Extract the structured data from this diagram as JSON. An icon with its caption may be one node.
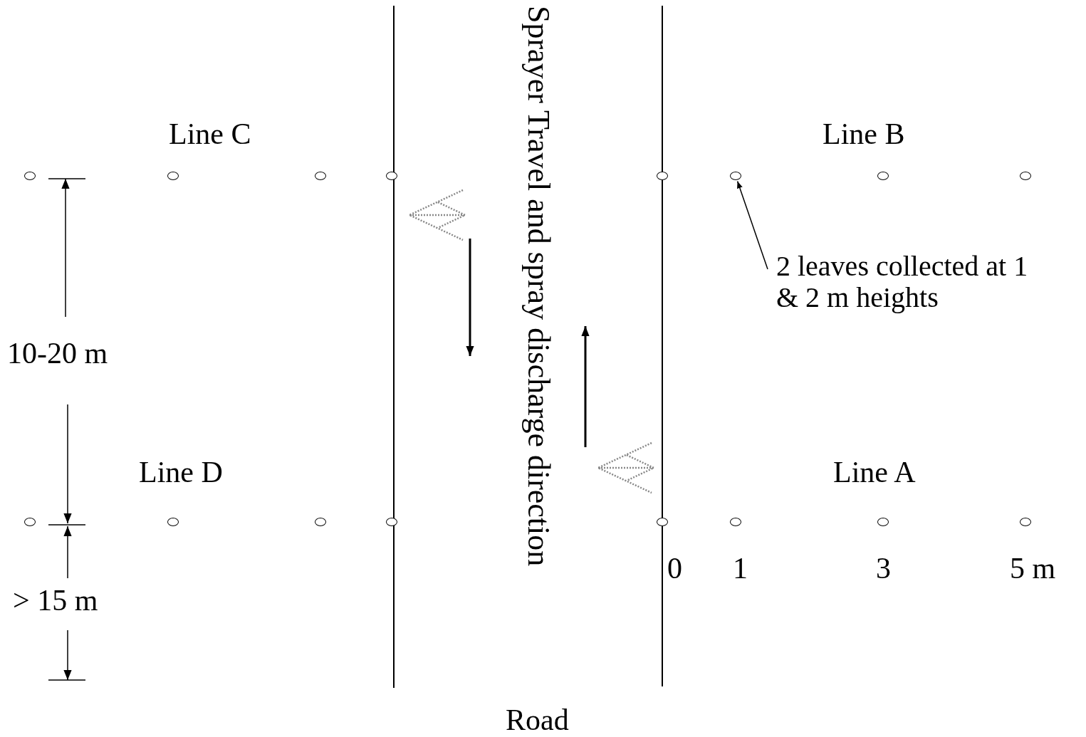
{
  "diagram": {
    "nodes": [
      {
        "text": [],
        "shape": "circle"
      },
      {
        "text": [],
        "shape": "circle"
      },
      {
        "text": [],
        "shape": "circle"
      },
      {
        "text": [],
        "shape": "circle"
      },
      {
        "text": [],
        "shape": "circle"
      },
      {
        "text": [],
        "shape": "circle"
      },
      {
        "text": [],
        "shape": "circle"
      },
      {
        "text": [],
        "shape": "circle"
      },
      {
        "text": [],
        "shape": "circle"
      },
      {
        "text": [],
        "shape": "circle"
      },
      {
        "text": [],
        "shape": "circle"
      },
      {
        "text": [],
        "shape": "circle"
      },
      {
        "text": [],
        "shape": "circle"
      },
      {
        "text": [],
        "shape": "circle"
      },
      {
        "text": [],
        "shape": "circle"
      },
      {
        "text": [],
        "shape": "circle"
      },
      {
        "text": [
          "2 leaves collected at 1 & 2 m heights"
        ]
      }
    ],
    "edges": [
      {
        "from": 16,
        "to": 5,
        "arrow": "to"
      }
    ],
    "labels": [
      "Line C",
      "Line B",
      "Sprayer Travel and spray discharge direction",
      "10-20 m",
      "Line D",
      "Line A",
      "> 15 m",
      "0",
      "1",
      "3",
      "5 m",
      "Road"
    ]
  }
}
